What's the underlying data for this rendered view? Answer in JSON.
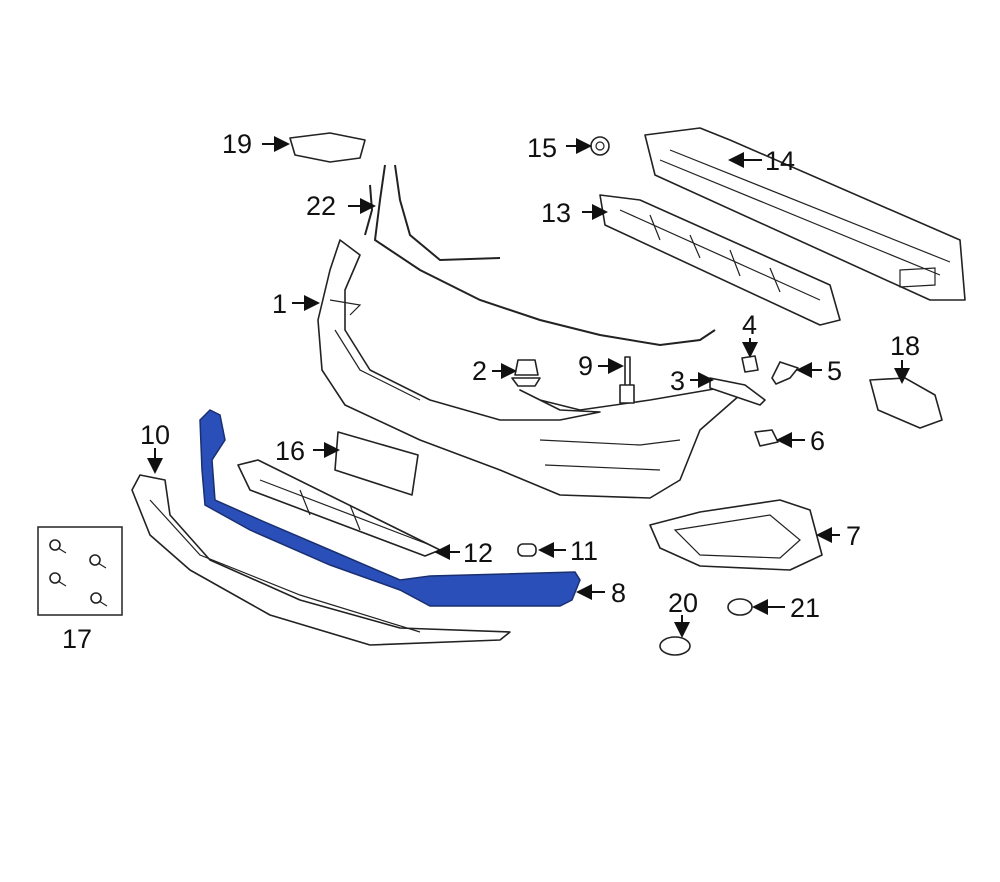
{
  "diagram": {
    "title": "Front bumper components exploded diagram",
    "highlight_color": "#2a4fb8",
    "callouts": {
      "p1": "1",
      "p2": "2",
      "p3": "3",
      "p4": "4",
      "p5": "5",
      "p6": "6",
      "p7": "7",
      "p8": "8",
      "p9": "9",
      "p10": "10",
      "p11": "11",
      "p12": "12",
      "p13": "13",
      "p14": "14",
      "p15": "15",
      "p16": "16",
      "p17": "17",
      "p18": "18",
      "p19": "19",
      "p20": "20",
      "p21": "21",
      "p22": "22"
    }
  }
}
